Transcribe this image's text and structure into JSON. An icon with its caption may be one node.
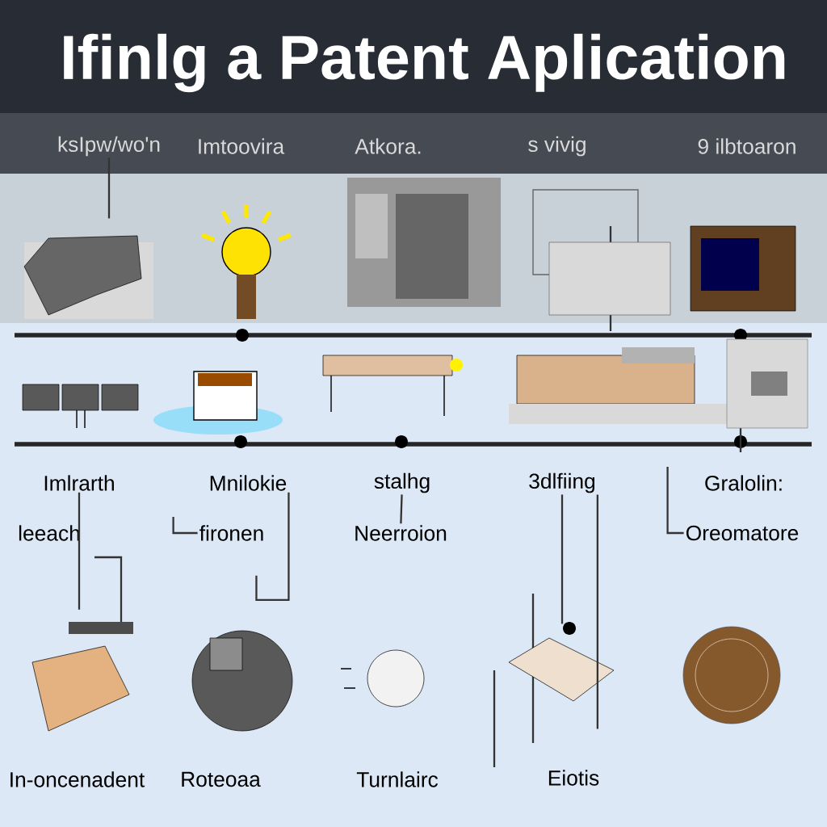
{
  "diagram": {
    "title": "Ifinlg a Patent Aplication",
    "nodes": [
      {
        "text": [
          "ksIpw/wo'n"
        ]
      },
      {
        "text": [
          "Imtoovira"
        ]
      },
      {
        "text": [
          "Atkora."
        ]
      },
      {
        "text": [
          "s vivig"
        ]
      },
      {
        "text": [
          "9 ilbtoaron"
        ]
      },
      {
        "text": [
          "Imlrarth"
        ]
      },
      {
        "text": [
          "Mnilokie"
        ]
      },
      {
        "text": [
          "stalhg"
        ]
      },
      {
        "text": [
          "3dlfiing"
        ]
      },
      {
        "text": [
          "Gralolin:"
        ]
      },
      {
        "text": [
          "leeach"
        ]
      },
      {
        "text": [
          "fironen"
        ]
      },
      {
        "text": [
          "Neerroion"
        ]
      },
      {
        "text": [
          "Oreomatore"
        ]
      },
      {
        "text": [
          "In-oncenadent"
        ]
      },
      {
        "text": [
          "Roteoaa"
        ]
      },
      {
        "text": [
          "Turnlairc"
        ]
      },
      {
        "text": [
          "Eiotis"
        ]
      }
    ],
    "edges": [
      {
        "from": 0,
        "to": null,
        "arrow": "none"
      },
      {
        "from": 5,
        "to": null,
        "arrow": "none"
      },
      {
        "from": 6,
        "to": null,
        "arrow": "none"
      },
      {
        "from": 7,
        "to": 12,
        "arrow": "none"
      },
      {
        "from": 8,
        "to": null,
        "arrow": "none"
      },
      {
        "from": 8,
        "to": null,
        "arrow": "none"
      },
      {
        "from": 11,
        "to": null,
        "arrow": "none"
      },
      {
        "from": 13,
        "to": null,
        "arrow": "none"
      }
    ]
  }
}
